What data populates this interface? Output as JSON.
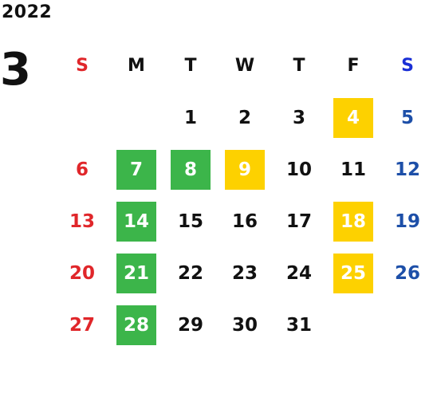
{
  "year": "2022",
  "month": "3",
  "weekdays": [
    "S",
    "M",
    "T",
    "W",
    "T",
    "F",
    "S"
  ],
  "colors": {
    "sunday": "#e0262a",
    "saturday": "#1d4fa8",
    "green_highlight": "#3cb54a",
    "yellow_highlight": "#fdd100"
  },
  "start_weekday_index": 2,
  "days_in_month": 31,
  "highlights": {
    "green": [
      7,
      8,
      14,
      21,
      28
    ],
    "yellow": [
      4,
      9,
      18,
      25
    ]
  }
}
